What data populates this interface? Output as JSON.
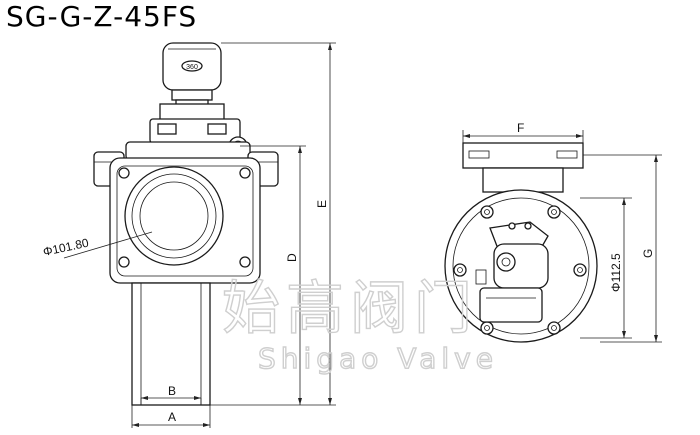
{
  "title": "SG-G-Z-45FS",
  "coil_marking": "360",
  "dimensions": {
    "phi_diameter": "Φ101.80",
    "A": "A",
    "B": "B",
    "D": "D",
    "E": "E",
    "F": "F",
    "G": "G",
    "phi_outer": "Φ112.5"
  },
  "watermark": {
    "cn": "始高阀门",
    "en": "Shigao Valve"
  }
}
